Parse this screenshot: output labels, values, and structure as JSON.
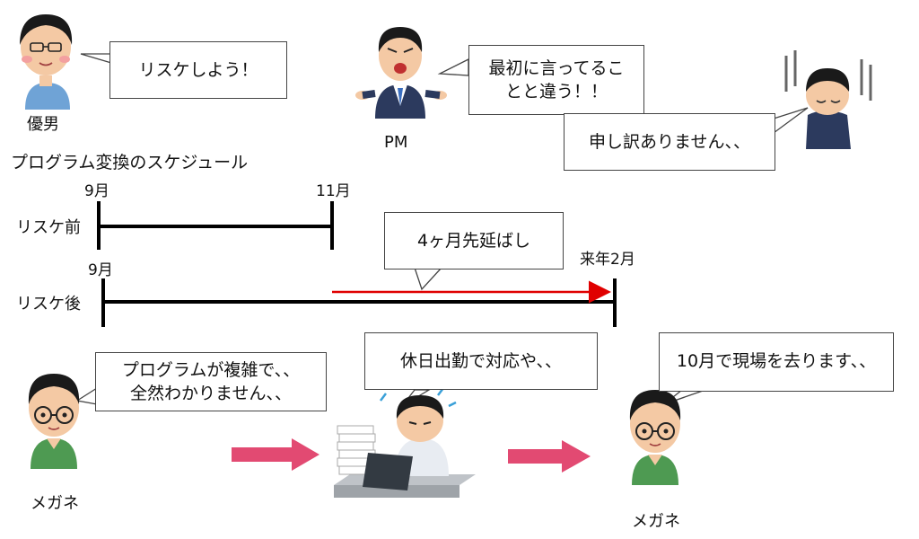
{
  "people": {
    "yuo": {
      "name": "優男"
    },
    "pm": {
      "name": "PM"
    },
    "megane_left": {
      "name": "メガネ"
    },
    "megane_right": {
      "name": "メガネ"
    }
  },
  "bubbles": {
    "reschedule": "リスケしよう！",
    "pm_line1": "最初に言ってるこ",
    "pm_line2": "とと違う！！",
    "apology": "申し訳ありません、、",
    "delay": "4ヶ月先延ばし",
    "complex_line1": "プログラムが複雑で、、",
    "complex_line2": "全然わかりません、、",
    "holiday": "休日出勤で対応や、、",
    "leaving": "10月で現場を去ります、、"
  },
  "schedule": {
    "title": "プログラム変換のスケジュール",
    "before": {
      "label": "リスケ前",
      "start": "9月",
      "end": "11月"
    },
    "after": {
      "label": "リスケ後",
      "start": "9月",
      "end": "来年2月"
    }
  },
  "colors": {
    "timeline": "#000000",
    "delay_arrow": "#e00000",
    "flow_arrow": "#e24a72",
    "skin": "#f4c9a4",
    "hair": "#1a1a1a"
  }
}
